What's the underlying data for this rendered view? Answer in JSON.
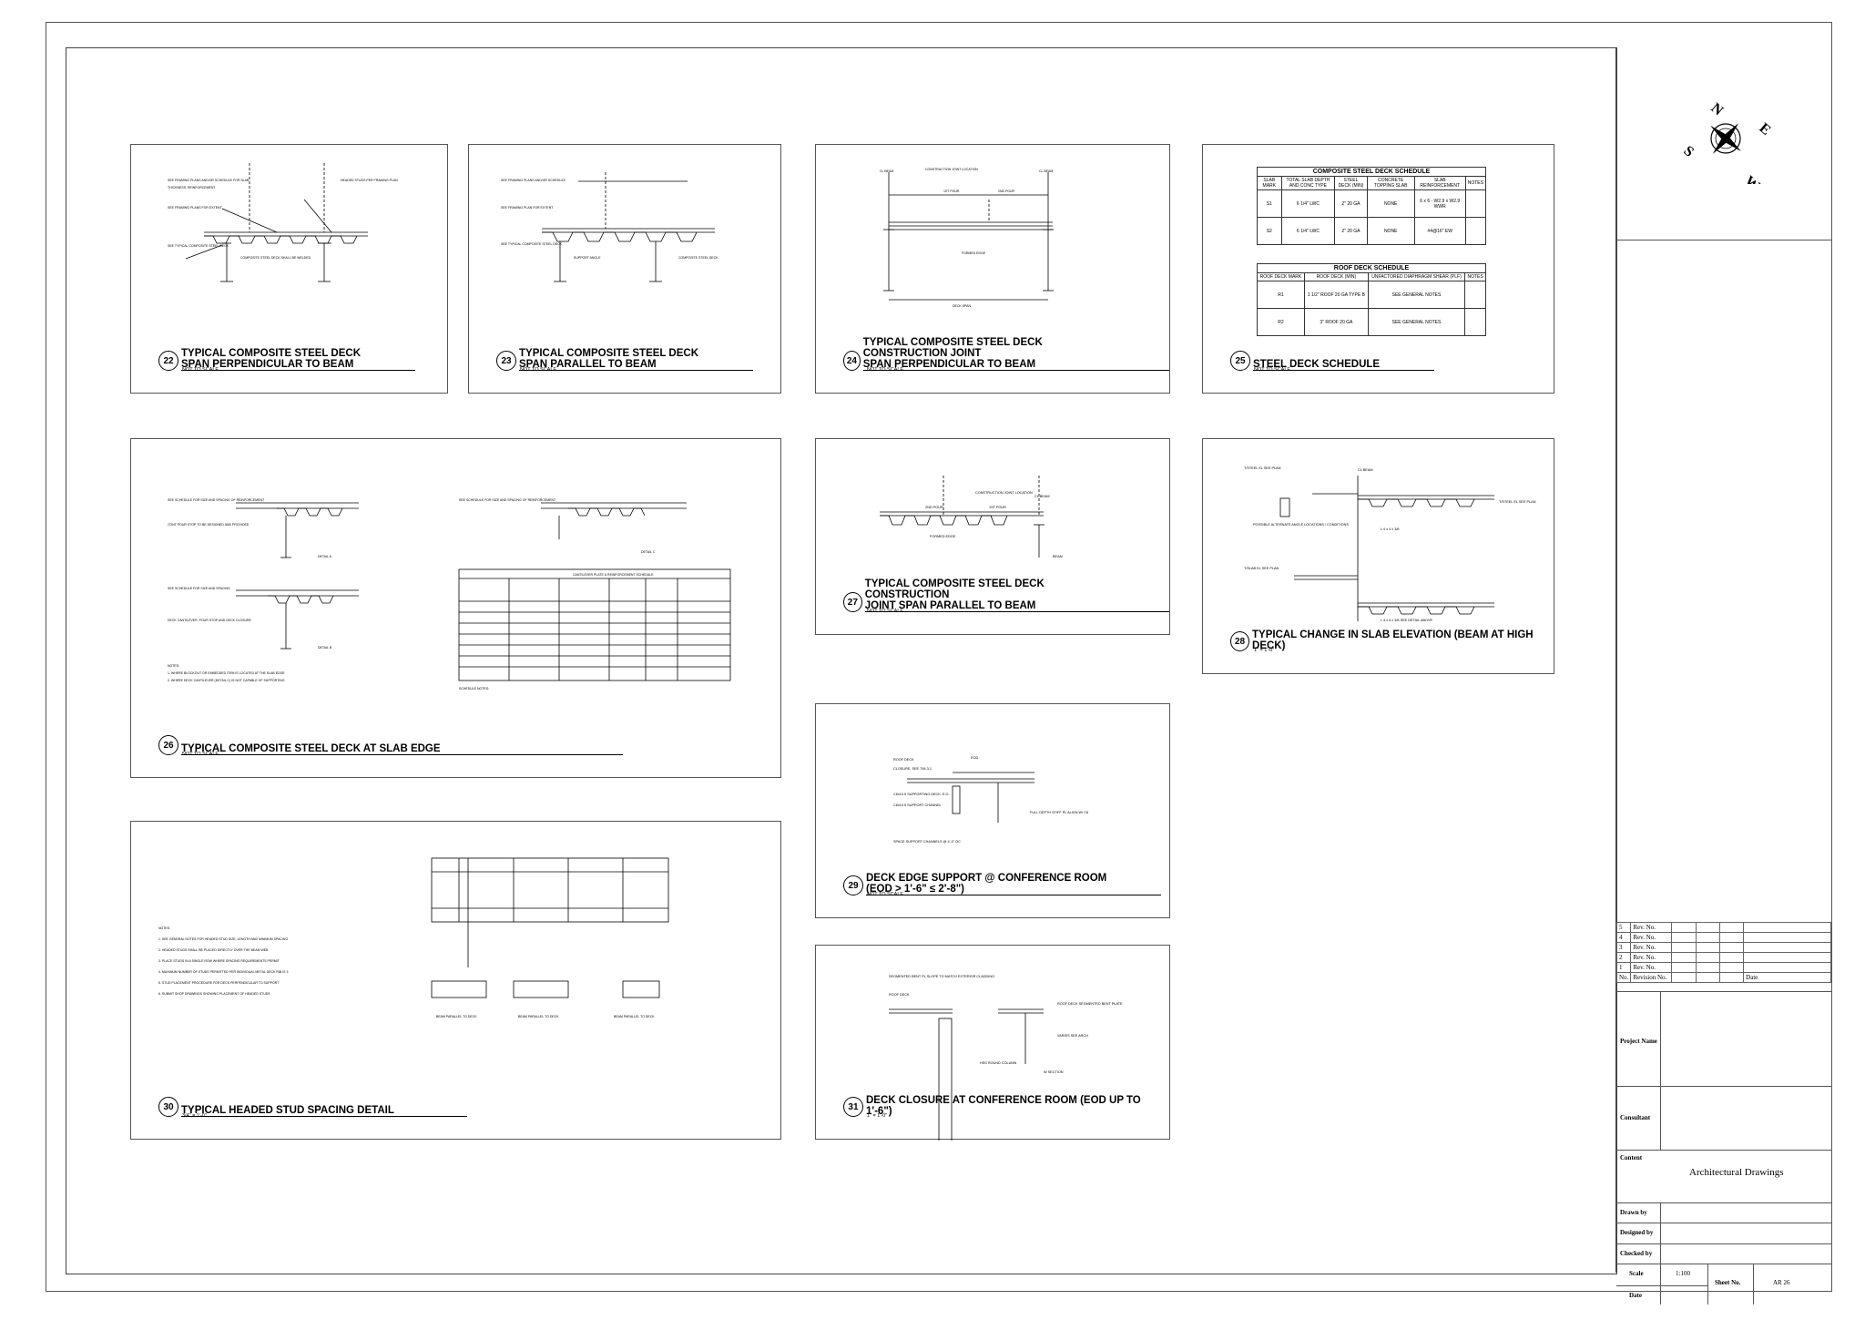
{
  "details": [
    {
      "num": "22",
      "line1": "TYPICAL COMPOSITE STEEL DECK",
      "line2": "SPAN PERPENDICULAR TO BEAM",
      "scale": "NOT TO SCALE"
    },
    {
      "num": "23",
      "line1": "TYPICAL COMPOSITE STEEL DECK",
      "line2": "SPAN PARALLEL TO BEAM",
      "scale": "NOT TO SCALE"
    },
    {
      "num": "24",
      "line1": "TYPICAL COMPOSITE STEEL DECK CONSTRUCTION JOINT",
      "line2": "SPAN PERPENDICULAR TO BEAM",
      "scale": "NOT TO SCALE"
    },
    {
      "num": "25",
      "line1": "STEEL DECK SCHEDULE",
      "line2": "",
      "scale": "NOT TO SCALE"
    },
    {
      "num": "26",
      "line1": "TYPICAL COMPOSITE STEEL DECK AT SLAB EDGE",
      "line2": "",
      "scale": "NOT TO SCALE"
    },
    {
      "num": "27",
      "line1": "TYPICAL COMPOSITE STEEL DECK CONSTRUCTION",
      "line2": "JOINT SPAN PARALLEL TO BEAM",
      "scale": "NOT TO SCALE"
    },
    {
      "num": "28",
      "line1": "TYPICAL CHANGE IN SLAB ELEVATION (BEAM AT HIGH DECK)",
      "line2": "",
      "scale": "1\" = 1'-0\""
    },
    {
      "num": "29",
      "line1": "DECK EDGE SUPPORT @ CONFERENCE ROOM",
      "line2": "(EOD > 1'-6\" ≤ 2'-8\")",
      "scale": "NOT TO SCALE"
    },
    {
      "num": "30",
      "line1": "TYPICAL HEADED STUD SPACING DETAIL",
      "line2": "",
      "scale": "3/4\" = 1'-0\""
    },
    {
      "num": "31",
      "line1": "DECK CLOSURE AT CONFERENCE ROOM (EOD UP TO 1'-6\")",
      "line2": "",
      "scale": "1\" = 1'-0\""
    }
  ],
  "composite_schedule": {
    "title": "COMPOSITE STEEL DECK SCHEDULE",
    "headers": [
      "SLAB MARK",
      "TOTAL SLAB DEPTH AND CONC TYPE",
      "STEEL DECK (MIN)",
      "CONCRETE TOPPING SLAB",
      "SLAB REINFORCEMENT",
      "NOTES"
    ],
    "rows": [
      [
        "S1",
        "6 1/4\" LWC",
        "2\" 20 GA",
        "NONE",
        "6 x 6 - W2.9 x W2.9 WWR",
        ""
      ],
      [
        "S2",
        "6 1/4\" LWC",
        "2\" 20 GA",
        "NONE",
        "#4@16\" EW",
        ""
      ]
    ]
  },
  "roof_schedule": {
    "title": "ROOF DECK SCHEDULE",
    "headers": [
      "ROOF DECK MARK",
      "ROOF DECK (MIN)",
      "UNFACTORED DIAPHRAGM SHEAR (PLF)",
      "NOTES"
    ],
    "rows": [
      [
        "R1",
        "1 1/2\" ROOF 20 GA TYPE B",
        "SEE GENERAL NOTES",
        ""
      ],
      [
        "R2",
        "3\" ROOF 20 GA",
        "SEE GENERAL NOTES",
        ""
      ]
    ]
  },
  "compass": {
    "n": "N",
    "e": "E",
    "s": "S",
    "w": "W"
  },
  "titleblock": {
    "rev_rows": [
      {
        "no": "5",
        "label": "Rev. No."
      },
      {
        "no": "4",
        "label": "Rev. No."
      },
      {
        "no": "3",
        "label": "Rev. No."
      },
      {
        "no": "2",
        "label": "Rev. No."
      },
      {
        "no": "1",
        "label": "Rev. No."
      }
    ],
    "rev_header_no": "No.",
    "rev_header_label": "Revision No.",
    "rev_header_date": "Date",
    "project_name": "Project Name",
    "consultant": "Consultant",
    "content": "Content",
    "content_value": "Architectural Drawings",
    "drawn_by": "Drawn by",
    "designed_by": "Designed by",
    "checked_by": "Checked by",
    "scale_label": "Scale",
    "scale_value": "1:100",
    "sheet_label": "Sheet No.",
    "sheet_value": "AR 26",
    "date_label": "Date"
  }
}
